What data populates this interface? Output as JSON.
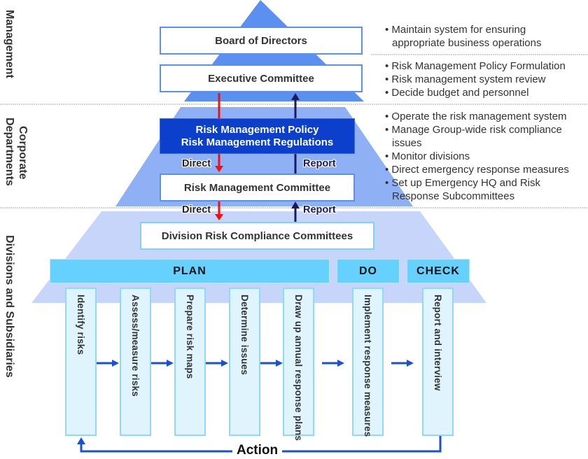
{
  "side_labels": {
    "management": "Management",
    "corporate_line1": "Corporate",
    "corporate_line2": "Departments",
    "divisions": "Divisions and Subsidiaries"
  },
  "management": {
    "board": "Board of Directors",
    "executive": "Executive Committee",
    "board_duties": [
      "Maintain system for ensuring appropriate business operations"
    ],
    "executive_duties": [
      "Risk Management Policy Formulation",
      "Risk management system review",
      "Decide budget and personnel"
    ]
  },
  "corporate": {
    "policy_line1": "Risk Management Policy",
    "policy_line2": "Risk Management Regulations",
    "committee": "Risk Management Committee",
    "duties": [
      "Operate the risk management system",
      "Manage Group-wide risk compliance issues",
      "Monitor divisions",
      "Direct emergency response measures",
      "Set up Emergency HQ and Risk Response Subcommittees"
    ]
  },
  "flow_labels": {
    "direct": "Direct",
    "report": "Report"
  },
  "divisions": {
    "committee": "Division Risk Compliance Committees",
    "phases": {
      "plan": "PLAN",
      "do": "DO",
      "check": "CHECK"
    },
    "steps": [
      "Identify risks",
      "Assess/measure risks",
      "Prepare risk maps",
      "Determine issues",
      "Draw up annual response plans",
      "Implement response measures",
      "Report and interview"
    ],
    "action": "Action"
  },
  "colors": {
    "top_layer": "#5b8ff0",
    "middle_layer": "#8fb0f5",
    "bottom_layer": "#c7d5fb",
    "policy_box": "#0b3fcc",
    "phase_bar": "#66d0ff",
    "step_box": "#dff4fd",
    "direct_arrow": "#ee1111",
    "report_arrow": "#1a1a5e",
    "process_arrow": "#1a4fd6"
  }
}
